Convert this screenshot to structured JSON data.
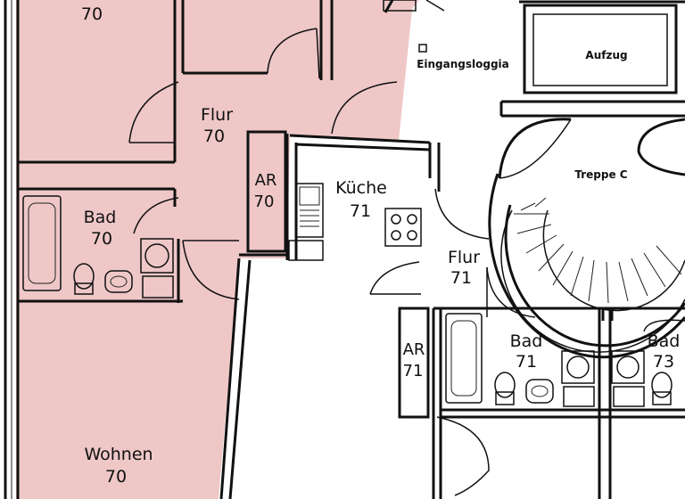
{
  "colors": {
    "apartment_70_fill": "#efc7c7",
    "line": "#111111",
    "background": "#ffffff"
  },
  "rooms": {
    "top_left": {
      "number": "70"
    },
    "flur_70": {
      "name": "Flur",
      "number": "70"
    },
    "ar_70": {
      "name": "AR",
      "number": "70"
    },
    "bad_70": {
      "name": "Bad",
      "number": "70"
    },
    "wohnen_70": {
      "name": "Wohnen",
      "number": "70"
    },
    "kueche_71": {
      "name": "Küche",
      "number": "71"
    },
    "flur_71": {
      "name": "Flur",
      "number": "71"
    },
    "ar_71": {
      "name": "AR",
      "number": "71"
    },
    "bad_71": {
      "name": "Bad",
      "number": "71"
    },
    "bad_73": {
      "name": "Bad",
      "number": "73"
    }
  },
  "common": {
    "eingang": "Eingangsloggia",
    "aufzug": "Aufzug",
    "treppe": "Treppe C"
  },
  "fixture_icons": [
    "bathtub-icon",
    "toilet-icon",
    "sink-icon",
    "washing-machine-icon",
    "stove-icon",
    "kitchen-sink-icon",
    "spiral-stair-icon"
  ]
}
